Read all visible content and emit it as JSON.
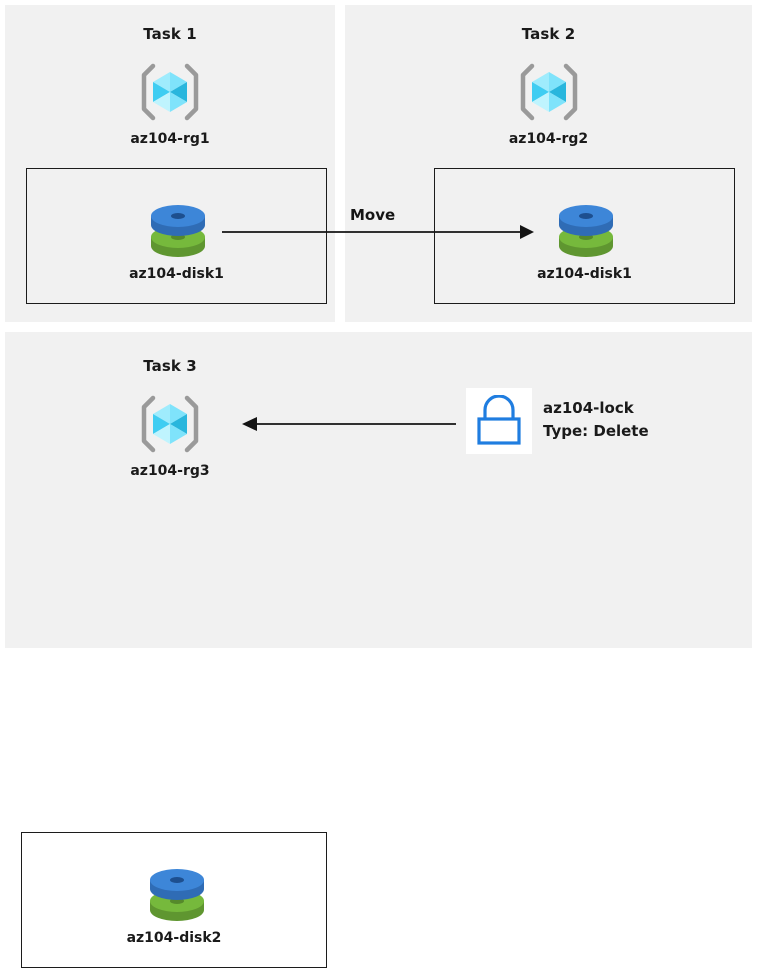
{
  "diagram": {
    "background": "#ffffff",
    "panel_background": "#f1f1f1",
    "border_color": "#1c1c1c"
  },
  "tasks": [
    {
      "title": "Task 1",
      "resource_group": {
        "label": "az104-rg1",
        "icon": "resource-group-cube-icon"
      },
      "resource": {
        "label": "az104-disk1",
        "icon": "managed-disk-icon"
      }
    },
    {
      "title": "Task 2",
      "resource_group": {
        "label": "az104-rg2",
        "icon": "resource-group-cube-icon"
      },
      "resource": {
        "label": "az104-disk1",
        "icon": "managed-disk-icon"
      }
    },
    {
      "title": "Task 3",
      "resource_group": {
        "label": "az104-rg3",
        "icon": "resource-group-cube-icon"
      },
      "resource": {
        "label": "az104-disk2",
        "icon": "managed-disk-icon"
      }
    }
  ],
  "connectors": {
    "move": {
      "label": "Move",
      "direction": "left-to-right"
    },
    "lock": {
      "direction": "right-to-left"
    }
  },
  "lock": {
    "icon": "padlock-icon",
    "name": "az104-lock",
    "type_line": "Type: Delete",
    "accent_color": "#1f7de0"
  },
  "colors": {
    "cube_light": "#7fe3fb",
    "cube_mid": "#3fcdf2",
    "cube_dark": "#29b6dd",
    "bracket_grey": "#9a9a9a",
    "disk_blue": "#3d86d8",
    "disk_blue_dark": "#2f6cb5",
    "disk_green": "#76b93c",
    "disk_green_dark": "#5f9630",
    "text": "#1a1a1a"
  }
}
